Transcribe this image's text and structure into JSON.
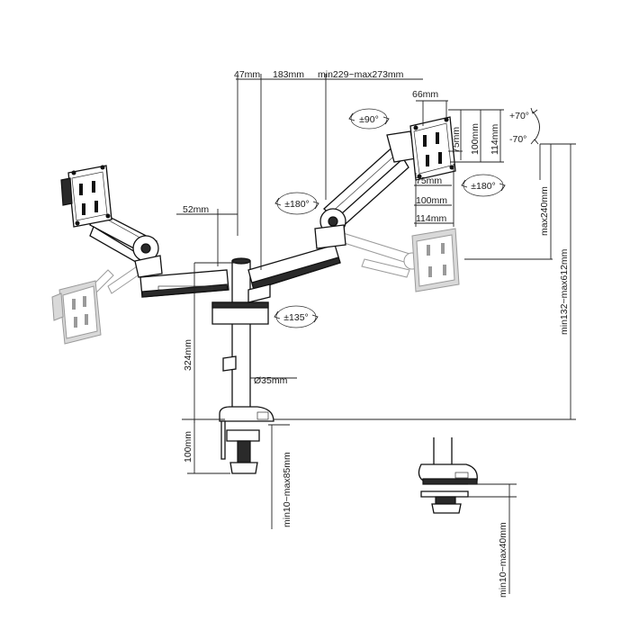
{
  "dimensions": {
    "d47": "47mm",
    "d183": "183mm",
    "arm_length": "min229~max273mm",
    "d66": "66mm",
    "d52": "52mm",
    "vesa_75": "75mm",
    "vesa_100": "100mm",
    "vesa_114": "114mm",
    "height_324": "324mm",
    "pole_diameter": "Ø35mm",
    "clamp_height": "100mm",
    "clamp_range": "min10~max85mm",
    "grommet_range": "min10~max40mm",
    "max_240": "max240mm",
    "total_height": "min132~max612mm"
  },
  "rotations": {
    "rot90": "±90°",
    "rot180_arm": "±180°",
    "rot180_head": "±180°",
    "rot135": "±135°",
    "tilt_up": "+70°",
    "tilt_down": "-70°"
  },
  "colors": {
    "line": "#111111",
    "ghost": "#9a9a9a",
    "dark_fill": "#2a2a2a"
  }
}
